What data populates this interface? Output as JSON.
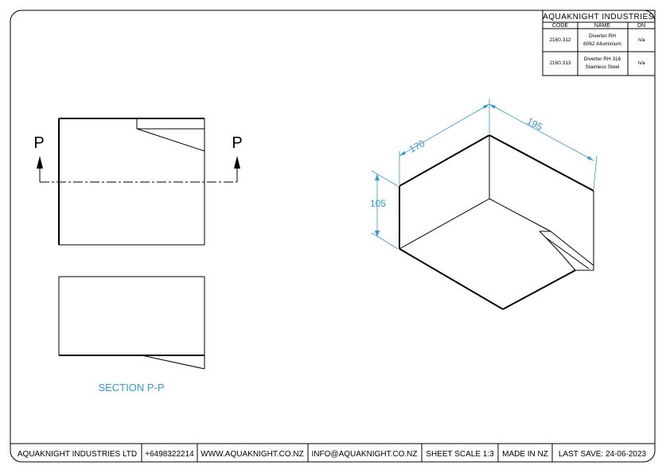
{
  "title_block": {
    "company": "AQUAKNIGHT INDUSTRIES",
    "columns": [
      "CODE",
      "NAME",
      "DN"
    ],
    "rows": [
      {
        "code": "2160.312",
        "name_line1": "Diverter RH",
        "name_line2": "6062 Alluminium",
        "dn": "n/a"
      },
      {
        "code": "2160.313",
        "name_line1": "Diverter RH 316",
        "name_line2": "Stainless Steel",
        "dn": "n/a"
      }
    ]
  },
  "section_marker": "P",
  "section_label": "SECTION P-P",
  "dimensions": {
    "width": "170",
    "depth": "195",
    "height": "105"
  },
  "footer": [
    "AQUAKNIGHT INDUSTRIES LTD",
    "+6498322214",
    "WWW.AQUAKNIGHT.CO.NZ",
    "INFO@AQUAKNIGHT.CO.NZ",
    "SHEET SCALE 1:3",
    "MADE IN NZ",
    "LAST SAVE: 24-06-2023"
  ],
  "colors": {
    "line": "#000000",
    "dimension": "#3399cc"
  }
}
